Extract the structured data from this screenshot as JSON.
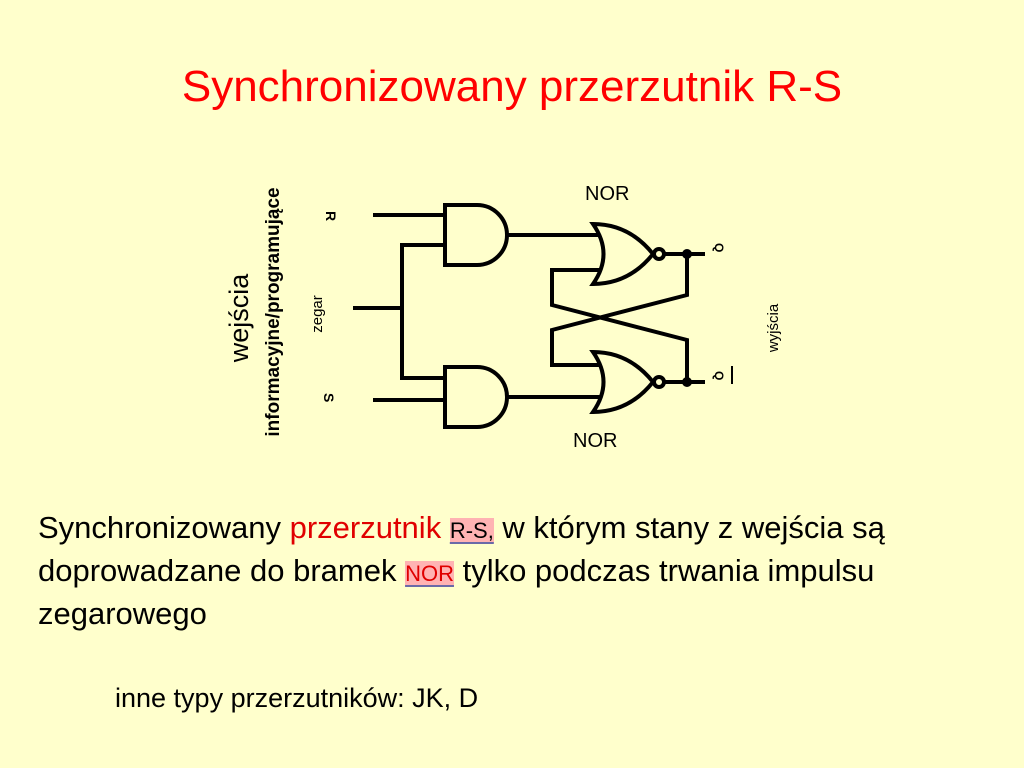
{
  "slide": {
    "title": "Synchronizowany przerzutnik R-S",
    "paragraph": {
      "part1": "Synchronizowany ",
      "part2": "przerzutnik ",
      "highlight1": "R-S,",
      "part3": " w którym stany z wejścia są doprowadzane do bramek ",
      "highlight2": "NOR",
      "part4": " tylko podczas trwania impulsu zegarowego"
    },
    "other_types": "inne typy przerzutników: JK, D",
    "colors": {
      "background": "#ffffcc",
      "title": "#ff0000",
      "highlight": "#ffb3b3"
    }
  },
  "diagram": {
    "label_inputs": "wejścia",
    "label_programming": "informacyjne/programujące",
    "label_clock": "zegar",
    "label_outputs": "wyjścia",
    "input_r": "R",
    "input_s": "S",
    "output_q": "Q",
    "output_qbar": "Q",
    "gate_top": "NOR",
    "gate_bottom": "NOR"
  }
}
